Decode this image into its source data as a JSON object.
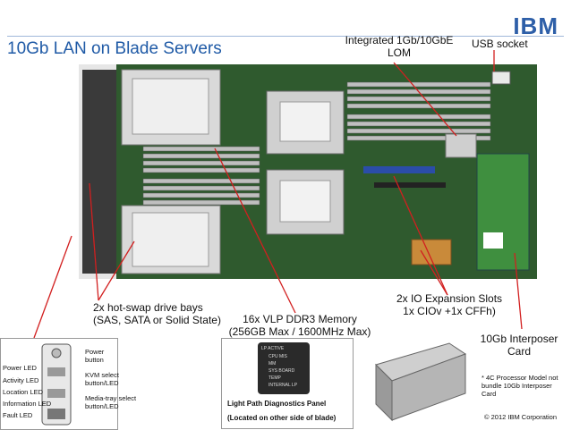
{
  "slide": {
    "title": "10Gb LAN on Blade Servers",
    "logo_text": "IBM",
    "copyright": "© 2012 IBM Corporation"
  },
  "callouts": {
    "lom": "Integrated 1Gb/10GbE\nLOM",
    "usb": "USB socket",
    "drive_bays": "2x hot-swap drive bays\n(SAS, SATA or Solid State)",
    "memory": "16x VLP DDR3 Memory\n(256GB Max / 1600MHz Max)",
    "io_slots": "2x IO Expansion Slots\n1x CIOv +1x CFFh)",
    "interposer": "10Gb Interposer\nCard",
    "footnote": "* 4C Processor Model not\nbundle 10Gb Interposer\nCard"
  },
  "front_panel": {
    "labels_left": [
      "Power LED",
      "Activity LED",
      "Location LED",
      "Information LED",
      "Fault LED"
    ],
    "labels_right": [
      "Power\nbutton",
      "KVM select\nbutton/LED",
      "Media-tray select\nbutton/LED"
    ]
  },
  "lightpath": {
    "caption_line1": "Light Path Diagnostics Panel",
    "caption_line2": "(Located on other side of blade)",
    "panel_items": [
      "LP ACTIVE",
      "CPU MIS",
      "MM",
      "SYS BOARD",
      "TEMP",
      "INTERNAL LP"
    ]
  },
  "colors": {
    "title": "#1f5aa6",
    "board": "#2f5a2e",
    "pointer": "#d21f1f"
  }
}
